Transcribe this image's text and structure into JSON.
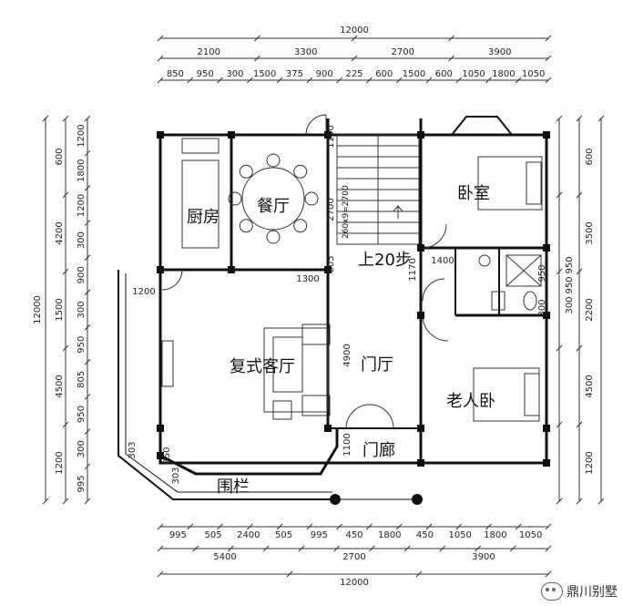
{
  "dimensions": {
    "top_total": "12000",
    "top_row1": [
      "2100",
      "3300",
      "2700",
      "3900"
    ],
    "top_row2": [
      "850",
      "950",
      "300",
      "1500",
      "375",
      "900",
      "225",
      "600",
      "1500",
      "600",
      "1050",
      "1800",
      "1050"
    ],
    "bottom_total": "12000",
    "bottom_row1": [
      "5400",
      "2700",
      "3900"
    ],
    "bottom_row2": [
      "995",
      "505",
      "2400",
      "505",
      "995",
      "450",
      "1800",
      "450",
      "1050",
      "1800",
      "1050"
    ],
    "left_total": "12000",
    "left_row1": [
      "600",
      "4200",
      "1500",
      "4500",
      "1200"
    ],
    "left_row2": [
      "1200",
      "1800",
      "1200",
      "300",
      "900",
      "300",
      "950",
      "805",
      "950",
      "300",
      "995"
    ],
    "right_row1": [
      "600",
      "3500",
      "2200",
      "4500",
      "1200"
    ],
    "right_row2": [
      "950",
      "950",
      "300"
    ],
    "interior": [
      "1190",
      "2700",
      "805",
      "1170",
      "1300",
      "1200",
      "4900",
      "1100",
      "1400",
      "950",
      "300",
      "303",
      "850",
      "303"
    ]
  },
  "rooms": {
    "kitchen": "厨房",
    "dining": "餐厅",
    "bedroom": "卧室",
    "living": "复式客厅",
    "foyer": "门厅",
    "elder_bedroom": "老人卧",
    "porch": "门廊",
    "railing": "围栏",
    "stairs_label": "上20步",
    "stairs_note": "260x9=2700"
  },
  "watermark": "鼎川别墅"
}
